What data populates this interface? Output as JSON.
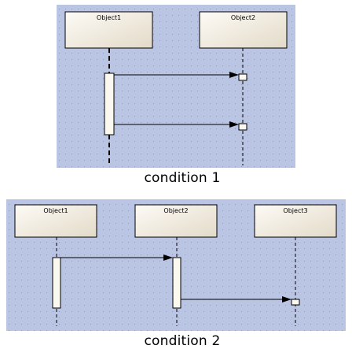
{
  "diagrams": [
    {
      "caption": "condition 1",
      "objects": [
        "Object1",
        "Object2"
      ]
    },
    {
      "caption": "condition 2",
      "objects": [
        "Object1",
        "Object2",
        "Object3"
      ]
    }
  ],
  "colors": {
    "diagram_background": "#b9c5e3",
    "object_fill_light": "#fbf8f0",
    "object_fill_dark": "#e7dfd0",
    "grid_dot": "#8e9bbd",
    "line": "#000000"
  }
}
